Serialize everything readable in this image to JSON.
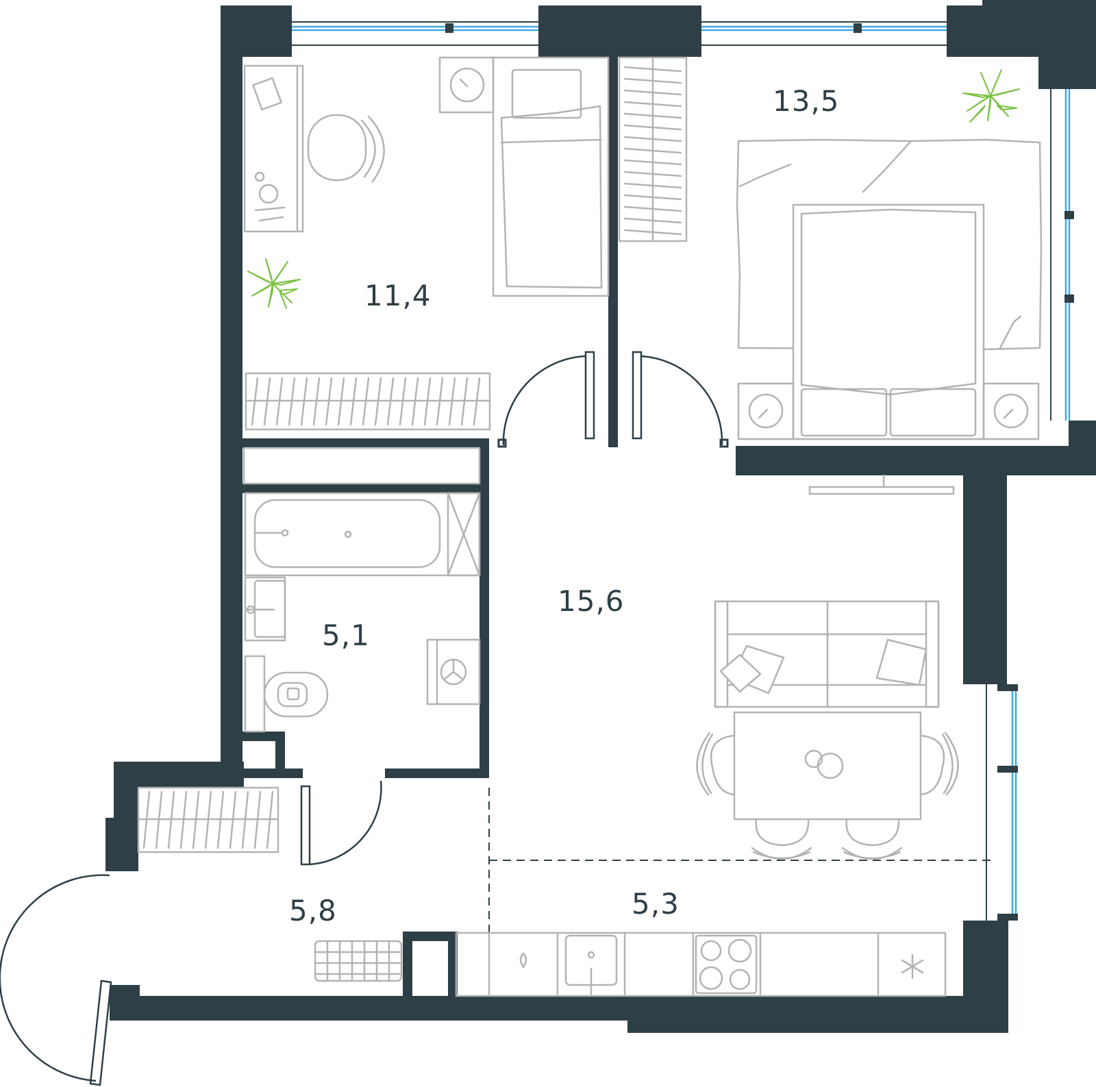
{
  "rooms": [
    {
      "id": "bedroom-small",
      "area": "11,4"
    },
    {
      "id": "bedroom-large",
      "area": "13,5"
    },
    {
      "id": "living-room",
      "area": "15,6"
    },
    {
      "id": "bathroom",
      "area": "5,1"
    },
    {
      "id": "hallway",
      "area": "5,8"
    },
    {
      "id": "kitchen",
      "area": "5,3"
    }
  ],
  "colors": {
    "wall": "#2e3f46",
    "furniture": "#b3b3b3",
    "window_glass": "#3fa9e0",
    "plant": "#7ac142"
  }
}
